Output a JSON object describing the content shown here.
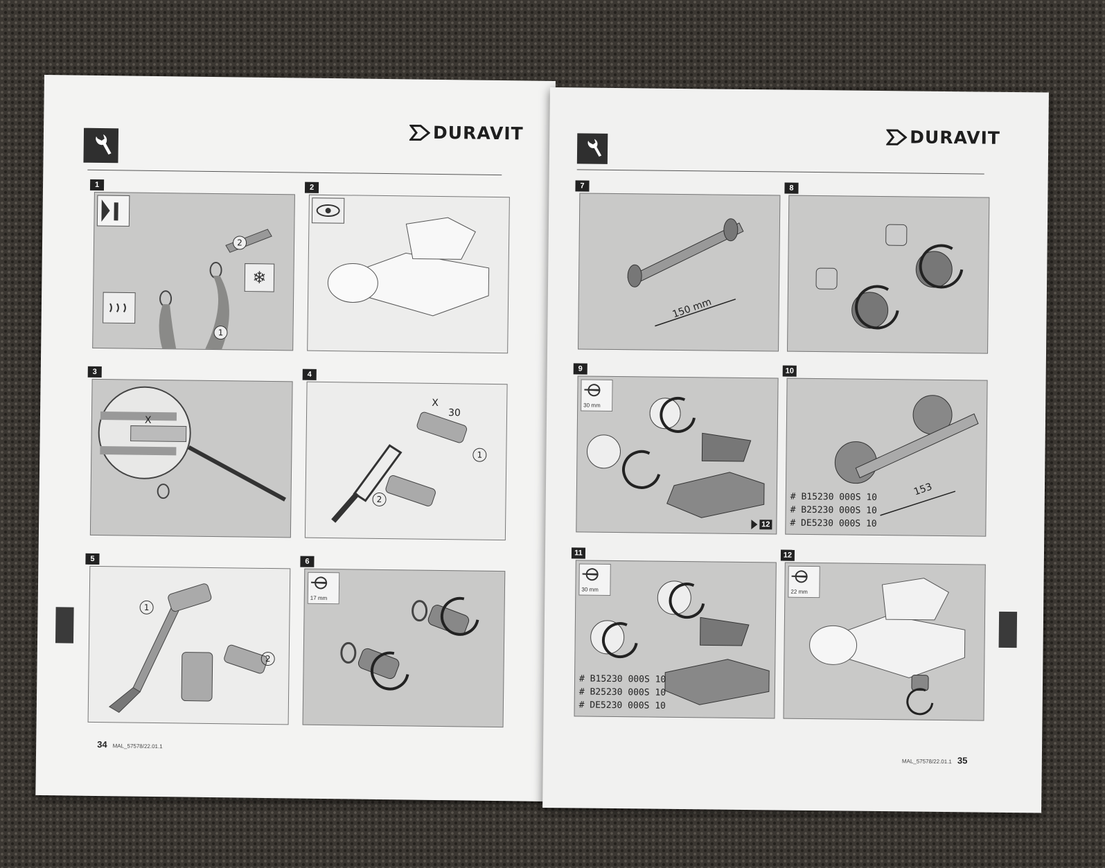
{
  "brand": "DURAVIT",
  "left_page": {
    "page_number": "34",
    "doc_code": "MAL_57578/22.01.1",
    "steps": [
      {
        "num": "1",
        "callouts": [
          "1",
          "2"
        ]
      },
      {
        "num": "2"
      },
      {
        "num": "3",
        "dimension_label": "X"
      },
      {
        "num": "4",
        "dimension_x": "X",
        "dimension_value": "30",
        "callouts": [
          "1",
          "2"
        ]
      },
      {
        "num": "5",
        "callouts": [
          "1",
          "2"
        ]
      },
      {
        "num": "6",
        "tool_size": "17 mm"
      }
    ]
  },
  "right_page": {
    "page_number": "35",
    "doc_code": "MAL_57578/22.01.1",
    "steps": [
      {
        "num": "7",
        "measure": "150 mm"
      },
      {
        "num": "8"
      },
      {
        "num": "9",
        "tool_size": "30 mm",
        "jump_to": "12"
      },
      {
        "num": "10",
        "measure": "153",
        "codes": [
          "# B15230 000S 10",
          "# B25230 000S 10",
          "# DE5230 000S 10"
        ]
      },
      {
        "num": "11",
        "tool_size": "30 mm",
        "codes": [
          "# B15230 000S 10",
          "# B25230 000S 10",
          "# DE5230 000S 10"
        ]
      },
      {
        "num": "12",
        "tool_size": "22 mm"
      }
    ]
  },
  "icons": [
    "wrench-icon",
    "info-icon",
    "eye-icon",
    "heat-icon",
    "frost-icon",
    "rotate-icon"
  ]
}
